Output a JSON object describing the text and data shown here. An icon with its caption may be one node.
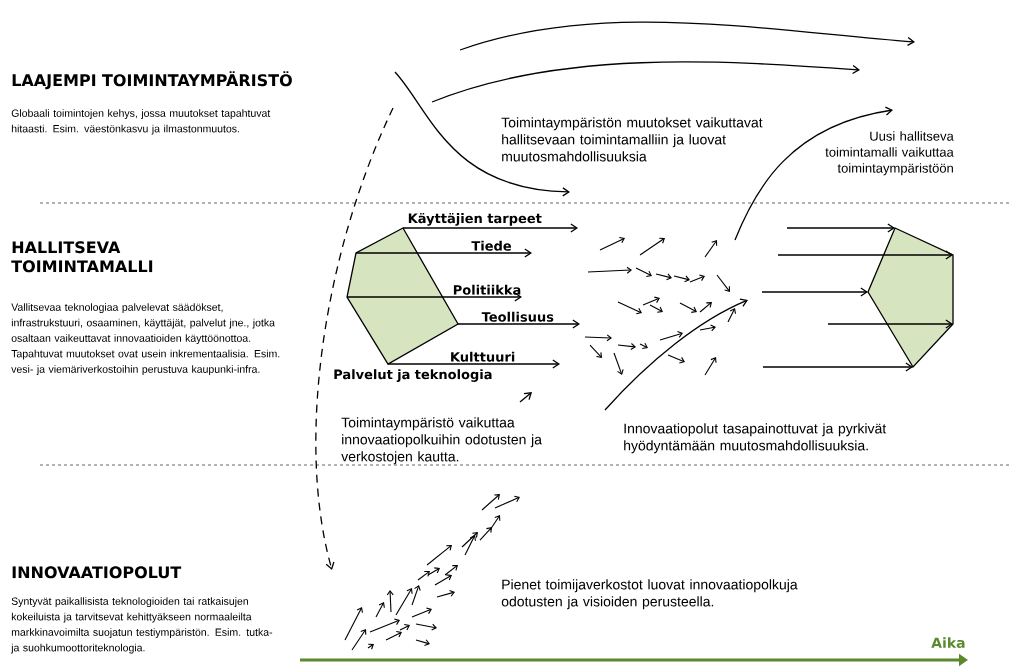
{
  "diagram": {
    "nodes": [
      {
        "text": [],
        "shape": "pentagon"
      },
      {
        "text": [],
        "shape": "pentagon"
      }
    ],
    "edges": [
      {
        "from": 0,
        "to": null,
        "arrow": "to",
        "label": "Käyttäjien tarpeet"
      },
      {
        "from": 0,
        "to": null,
        "arrow": "to",
        "label": "Tiede"
      },
      {
        "from": 0,
        "to": null,
        "arrow": "to",
        "label": "Politiikka"
      },
      {
        "from": 0,
        "to": null,
        "arrow": "to",
        "label": "Teollisuus"
      },
      {
        "from": 0,
        "to": null,
        "arrow": "to",
        "label": "Kulttuuri"
      },
      {
        "from": null,
        "to": 1,
        "arrow": "to"
      },
      {
        "from": null,
        "to": 1,
        "arrow": "to"
      },
      {
        "from": null,
        "to": 1,
        "arrow": "to"
      },
      {
        "from": null,
        "to": 1,
        "arrow": "to"
      },
      {
        "from": null,
        "to": 1,
        "arrow": "to"
      }
    ],
    "labels": [
      "LAAJEMPI TOIMINTAYMPÄRISTÖ",
      "Globaali toimintojen kehys, jossa muutokset tapahtuvat hitaasti. Esim. väestönkasvu ja ilmastonmuutos.",
      "Toimintaympäristön muutokset vaikuttavat hallitsevaan toimintamalliin ja luovat muutosmahdollisuuksia",
      "Uusi hallitseva toimintamalli vaikuttaa toimintaympäristöön",
      "HALLITSEVA TOIMINTAMALLI",
      "Vallitsevaa teknologiaa palvelevat säädökset, infrastrukstuuri, osaaminen, käyttäjät, palvelut jne., jotka osaltaan vaikeuttavat innovaatioiden käyttöönottoa. Tapahtuvat muutokset ovat usein inkrementaalisia. Esim. vesi- ja viemäriverkostoihin perustuva kaupunki-infra.",
      "Palvelut ja teknologia",
      "Toimintaympäristö vaikuttaa innovaatiopolkuihin odotusten ja verkostojen kautta.",
      "Innovaatiopolut tasapainottuvat ja pyrkivät hyödyntämään muutosmahdollisuuksia.",
      "INNOVAATIOPOLUT",
      "Syntyvät paikallisista teknologioiden tai ratkaisujen kokeiluista ja tarvitsevat kehittyäkseen normaaleilta markkinavoimilta suojatun testiympäristön. Esim. tutka- ja suohkumoottoriteknologia.",
      "Pienet toimijaverkostot luovat innovaatiopolkuja odotusten ja visioiden perusteella.",
      "Aika"
    ]
  }
}
